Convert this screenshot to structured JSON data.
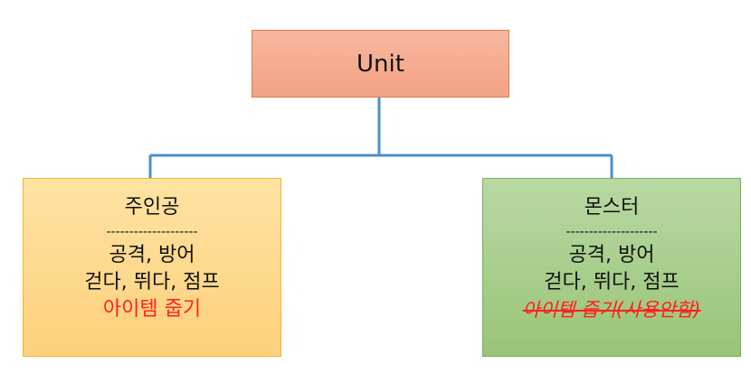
{
  "diagram": {
    "root": {
      "label": "Unit"
    },
    "children": [
      {
        "title": "주인공",
        "separator": "--------------------",
        "lines": [
          "공격, 방어",
          "걷다, 뛰다, 점프"
        ],
        "highlight": "아이템 줍기"
      },
      {
        "title": "몬스터",
        "separator": "--------------------",
        "lines": [
          "공격, 방어",
          "걷다, 뛰다, 점프"
        ],
        "highlight_struck": "아이템 줍기(사용안함)"
      }
    ],
    "colors": {
      "root_fill": "#f4a283",
      "root_border": "#e07a53",
      "hero_fill": "#fdd07b",
      "hero_border": "#f3b535",
      "monster_fill": "#98c577",
      "monster_border": "#79ad5f",
      "connector": "#4a90c9",
      "highlight_text": "#ff2020"
    }
  }
}
